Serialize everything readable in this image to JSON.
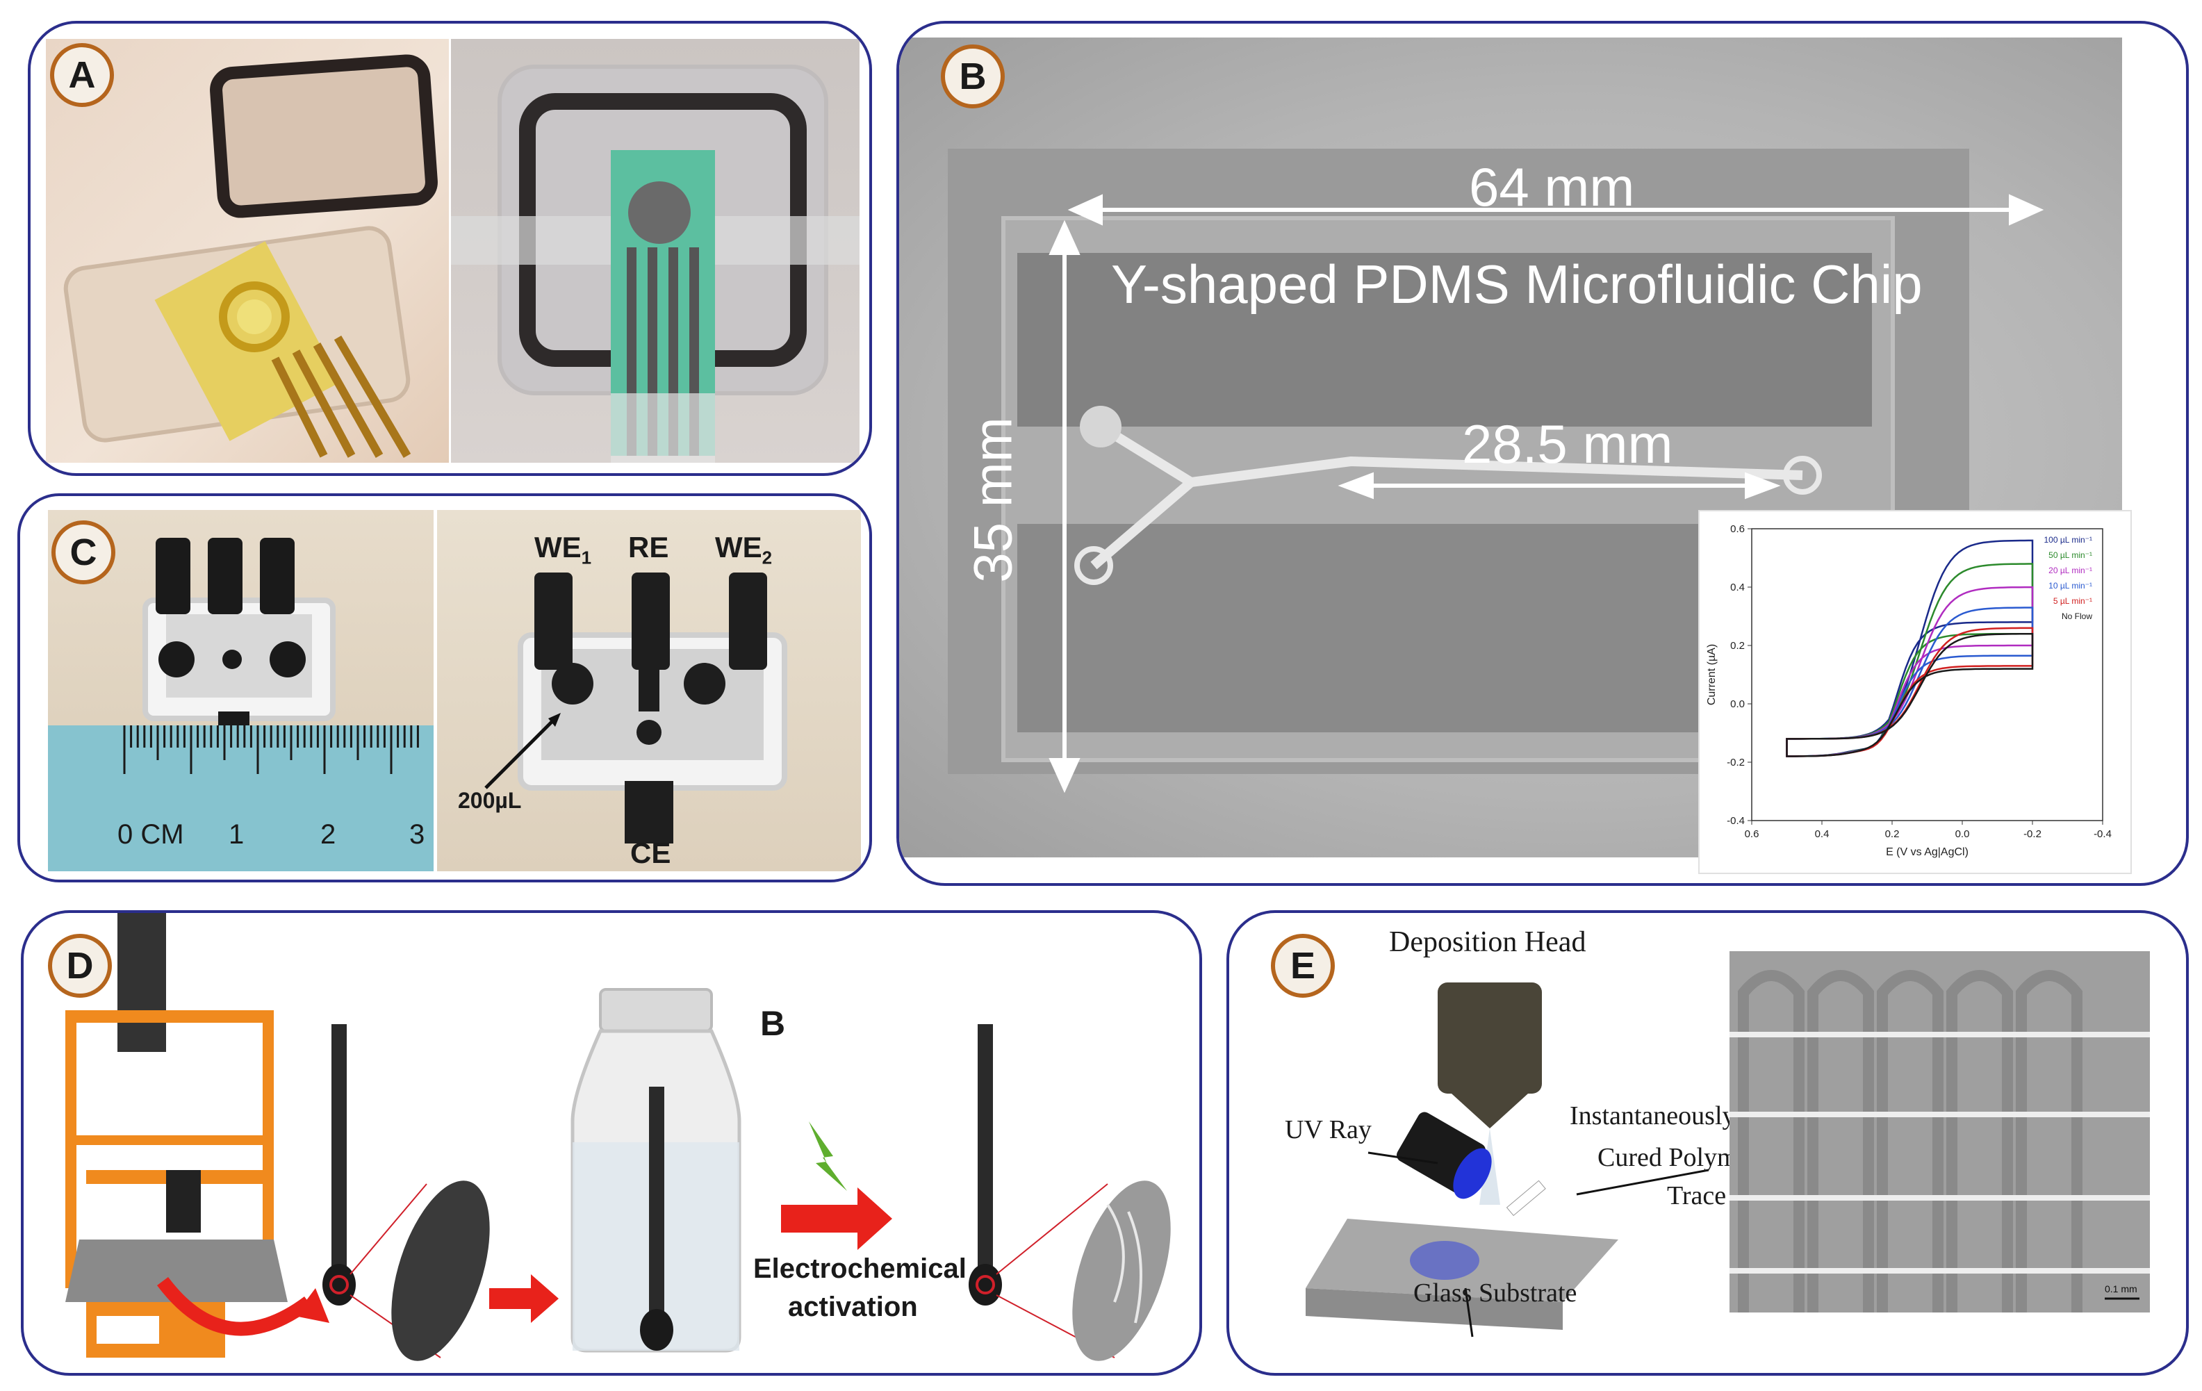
{
  "colors": {
    "panel_border": "#2b2e8c",
    "badge_ring": "#b5651d",
    "arrow_red": "#e8221b"
  },
  "panels": {
    "A": {
      "letter": "A"
    },
    "B": {
      "letter": "B",
      "width_label": "64 mm",
      "chip_title": "Y-shaped PDMS Microfluidic Chip",
      "height_label": "35 mm",
      "channel_label": "28.5 mm"
    },
    "C": {
      "letter": "C",
      "electrodes": {
        "we1": "WE",
        "we1_sub": "1",
        "re": "RE",
        "we2": "WE",
        "we2_sub": "2",
        "ce": "CE"
      },
      "volume": "200µL",
      "ruler": {
        "unit": "0 CM",
        "ticks": [
          "1",
          "2",
          "3"
        ]
      }
    },
    "D": {
      "letter": "D",
      "vial_letter": "B",
      "activation_line1": "Electrochemical",
      "activation_line2": "activation"
    },
    "E": {
      "letter": "E",
      "deposition_head": "Deposition Head",
      "uv_ray": "UV Ray",
      "cured_line1": "Instantaneously",
      "cured_line2": "Cured Polymer",
      "cured_line3": "Trace",
      "glass": "Glass Substrate",
      "scale_bar": "0.1 mm"
    }
  },
  "chart_data": {
    "type": "line",
    "xlabel": "E (V vs Ag|AgCl)",
    "ylabel": "Current (µA)",
    "xlim": [
      0.6,
      -0.4
    ],
    "ylim": [
      -0.4,
      0.6
    ],
    "xticks": [
      "0.6",
      "0.4",
      "0.2",
      "0.0",
      "-0.2",
      "-0.4"
    ],
    "yticks": [
      "0.6",
      "0.4",
      "0.2",
      "0.0",
      "-0.2",
      "-0.4"
    ],
    "legend_position": "top-right",
    "series": [
      {
        "name": "100 µL min⁻¹",
        "color": "#1a2a8a",
        "peak": 0.56
      },
      {
        "name": "50 µL min⁻¹",
        "color": "#2c8a2c",
        "peak": 0.48
      },
      {
        "name": "20 µL min⁻¹",
        "color": "#b02cc0",
        "peak": 0.4
      },
      {
        "name": "10 µL min⁻¹",
        "color": "#2a5ad0",
        "peak": 0.33
      },
      {
        "name": "5 µL min⁻¹",
        "color": "#d02020",
        "peak": 0.26
      },
      {
        "name": "No Flow",
        "color": "#1a1a1a",
        "peak": 0.24
      }
    ]
  }
}
